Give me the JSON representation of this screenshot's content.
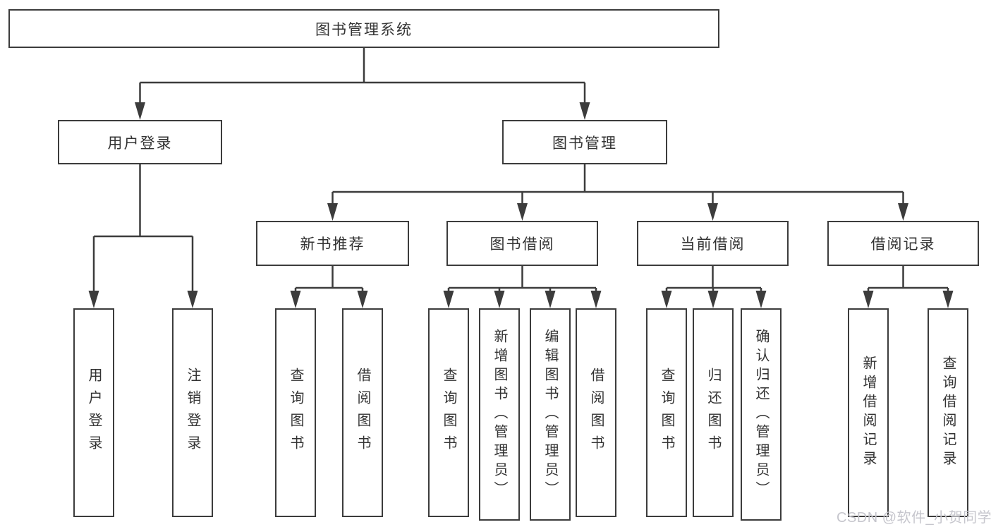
{
  "tree": {
    "root": {
      "label": "图书管理系统",
      "children": [
        {
          "label": "用户登录",
          "children": [
            {
              "label": "用户登录"
            },
            {
              "label": "注销登录"
            }
          ]
        },
        {
          "label": "图书管理",
          "children": [
            {
              "label": "新书推荐",
              "children": [
                {
                  "label": "查询图书"
                },
                {
                  "label": "借阅图书"
                }
              ]
            },
            {
              "label": "图书借阅",
              "children": [
                {
                  "label": "查询图书"
                },
                {
                  "label": "新增图书（管理员）"
                },
                {
                  "label": "编辑图书（管理员）"
                },
                {
                  "label": "借阅图书"
                }
              ]
            },
            {
              "label": "当前借阅",
              "children": [
                {
                  "label": "查询图书"
                },
                {
                  "label": "归还图书"
                },
                {
                  "label": "确认归还（管理员）"
                }
              ]
            },
            {
              "label": "借阅记录",
              "children": [
                {
                  "label": "新增借阅记录"
                },
                {
                  "label": "查询借阅记录"
                }
              ]
            }
          ]
        }
      ]
    }
  },
  "watermark": {
    "text": "CSDN @软件_小贺同学"
  },
  "colors": {
    "line": "#3c3c3c",
    "text": "#333333",
    "background": "#ffffff",
    "watermark": "#c6c6cd"
  }
}
